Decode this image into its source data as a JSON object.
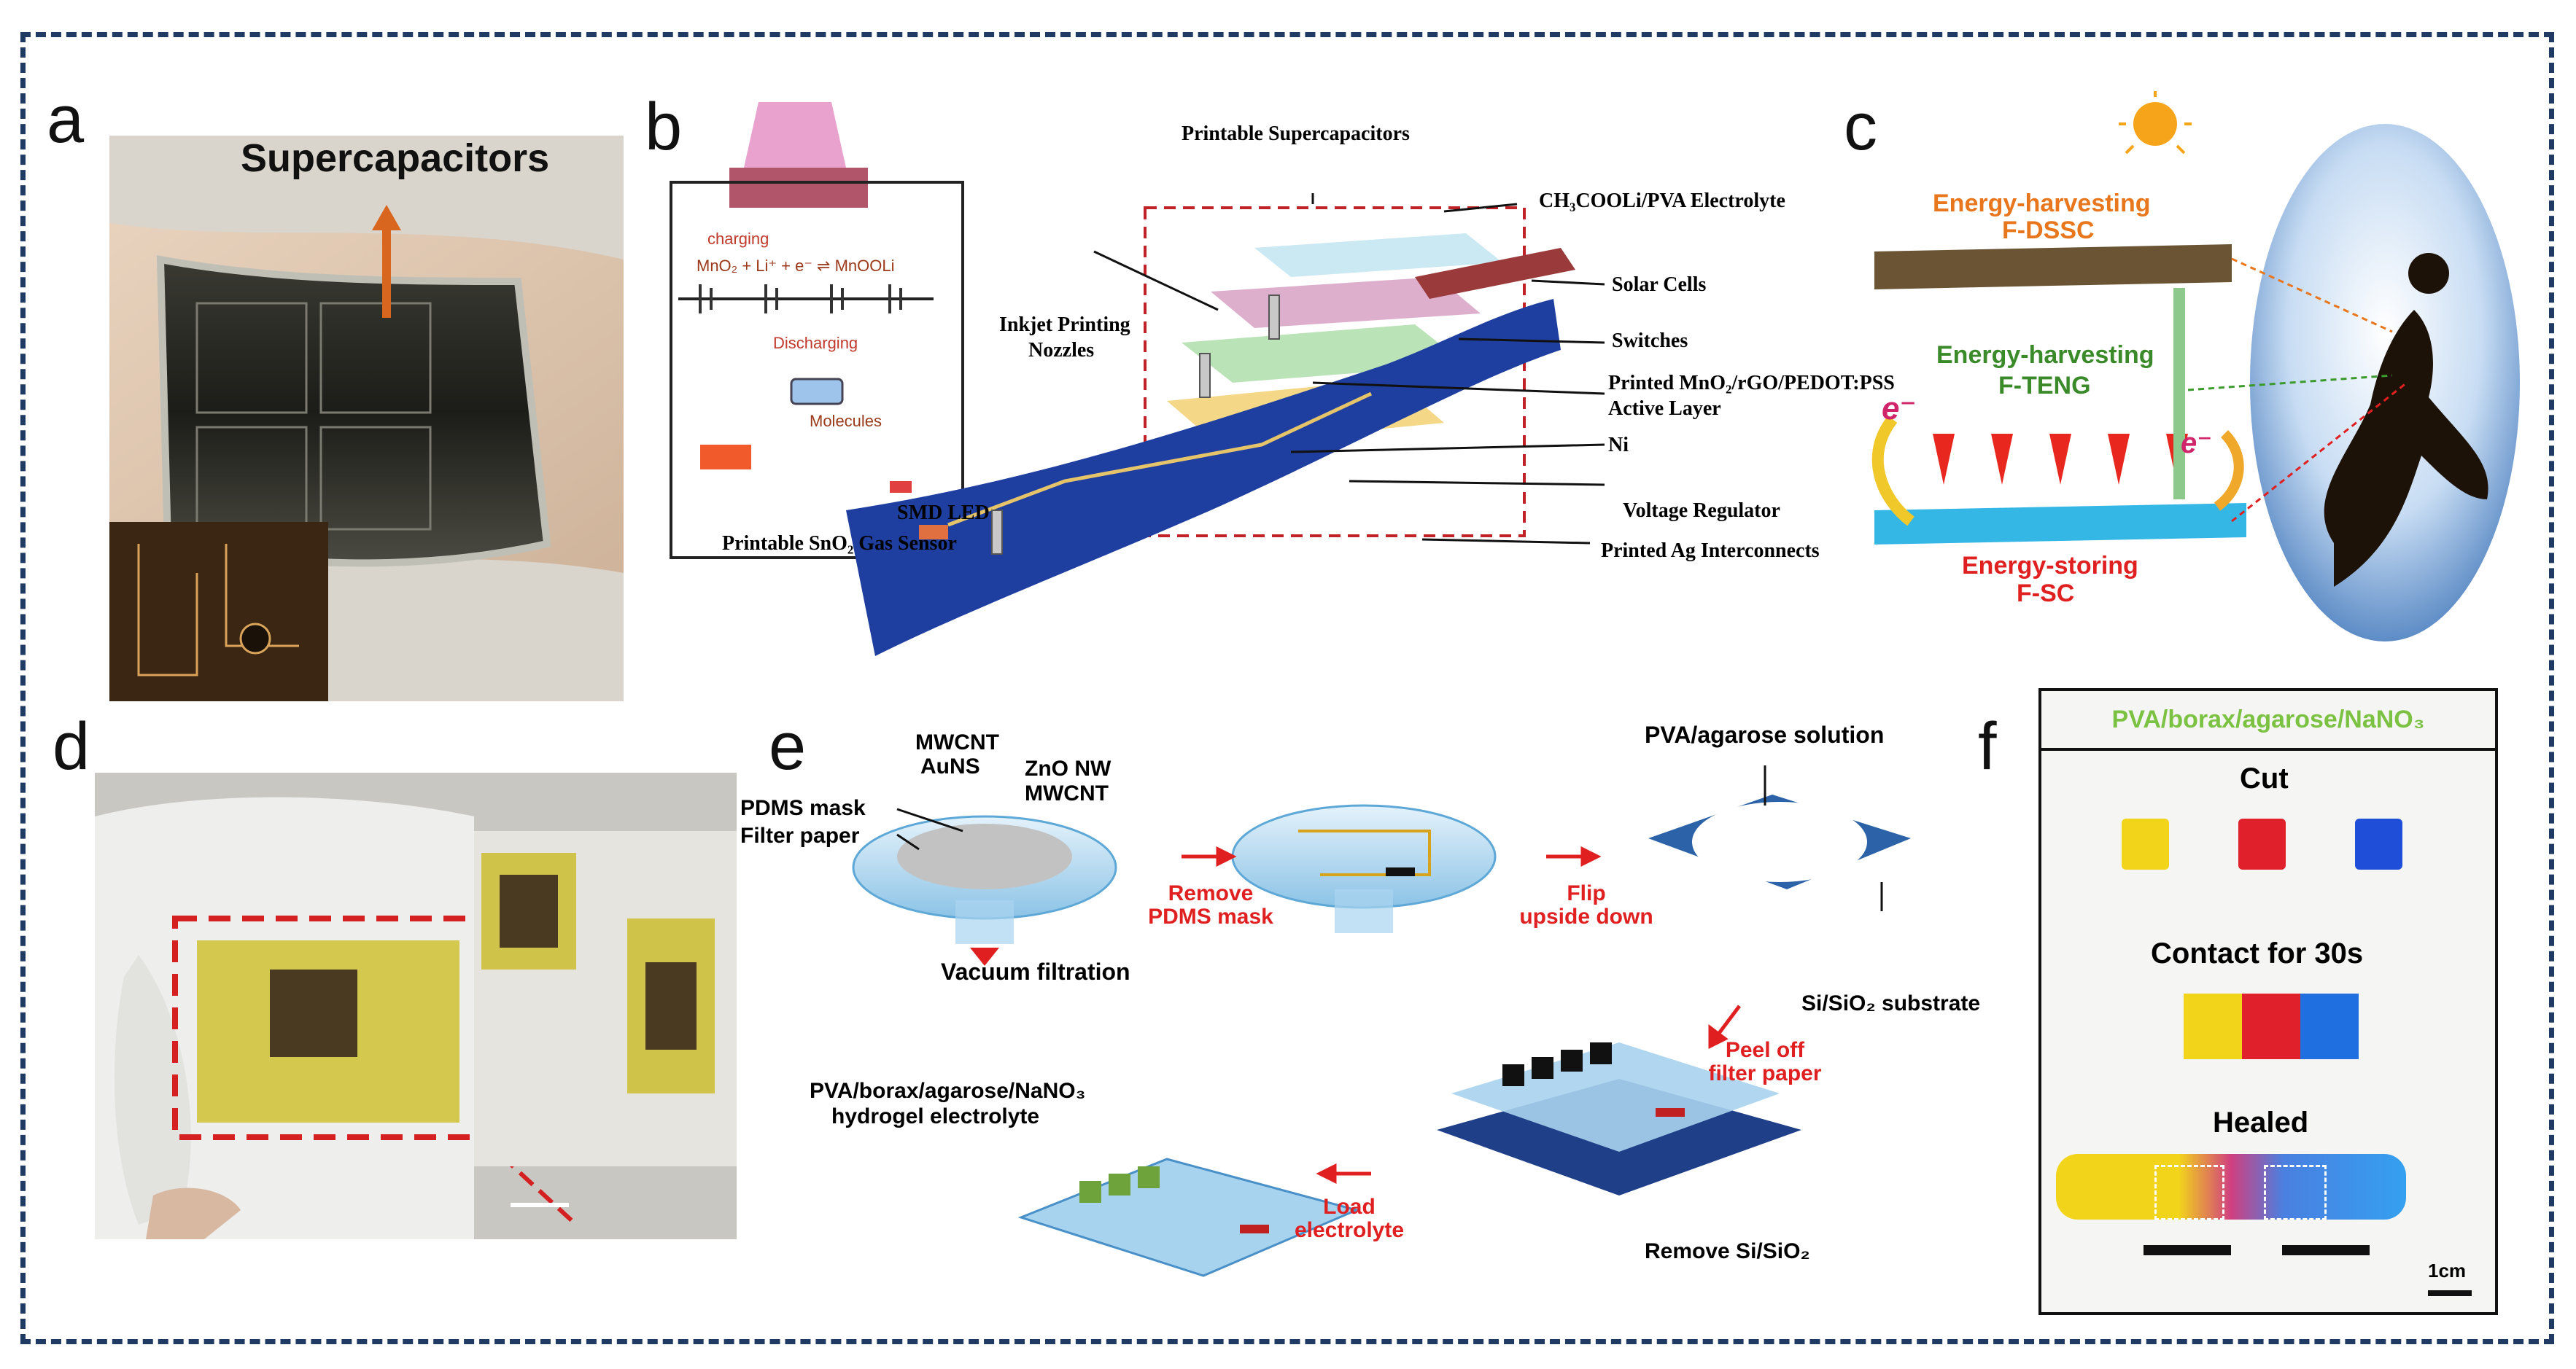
{
  "panel_labels": [
    "a",
    "b",
    "c",
    "d",
    "e",
    "f"
  ],
  "panel_a": {
    "title": "Supercapacitors"
  },
  "panel_b": {
    "circuit": {
      "charging": "charging",
      "reaction": "MnO₂ + Li⁺ + e⁻ ⇌ MnOOLi",
      "discharging": "Discharging",
      "molecules": "Molecules"
    },
    "labels": {
      "printable_supercapacitors": "Printable Supercapacitors",
      "electrolyte": "CH₃COOLi/PVA Electrolyte",
      "solar_cells": "Solar Cells",
      "switches": "Switches",
      "inkjet_1": "Inkjet Printing",
      "inkjet_2": "Nozzles",
      "active_1": "Printed MnO₂/rGO/PEDOT:PSS",
      "active_2": "Active Layer",
      "ni": "Ni",
      "smd_led": "SMD LED",
      "voltage_regulator": "Voltage Regulator",
      "gas_sensor": "Printable SnO₂ Gas Sensor",
      "interconnects": "Printed Ag Interconnects"
    }
  },
  "panel_c": {
    "dssc_1": "Energy-harvesting",
    "dssc_2": "F-DSSC",
    "teng_1": "Energy-harvesting",
    "teng_2": "F-TENG",
    "sc_1": "Energy-storing",
    "sc_2": "F-SC",
    "electron": "e⁻"
  },
  "panel_e": {
    "mwcnt_aunS_1": "MWCNT",
    "mwcnt_aunS_2": "AuNS",
    "zno_1": "ZnO NW",
    "zno_2": "MWCNT",
    "pdms_mask": "PDMS mask",
    "filter_paper": "Filter paper",
    "vacuum": "Vacuum filtration",
    "remove_pdms_1": "Remove",
    "remove_pdms_2": "PDMS mask",
    "pva_agarose": "PVA/agarose solution",
    "flip_1": "Flip",
    "flip_2": "upside down",
    "substrate": "Si/SiO₂ substrate",
    "peel_1": "Peel off",
    "peel_2": "filter paper",
    "hydrogel_1": "PVA/borax/agarose/NaNO₃",
    "hydrogel_2": "hydrogel electrolyte",
    "load_1": "Load",
    "load_2": "electrolyte",
    "remove_si": "Remove Si/SiO₂"
  },
  "panel_f": {
    "header": "PVA/borax/agarose/NaNO₃",
    "cut": "Cut",
    "contact": "Contact for 30s",
    "healed": "Healed",
    "scale": "1cm"
  },
  "colors": {
    "frame": "#1f3b63",
    "red_text": "#e02020",
    "green_text": "#3a9a2a",
    "orange_text": "#e8761c",
    "header_green": "#7cc242"
  }
}
